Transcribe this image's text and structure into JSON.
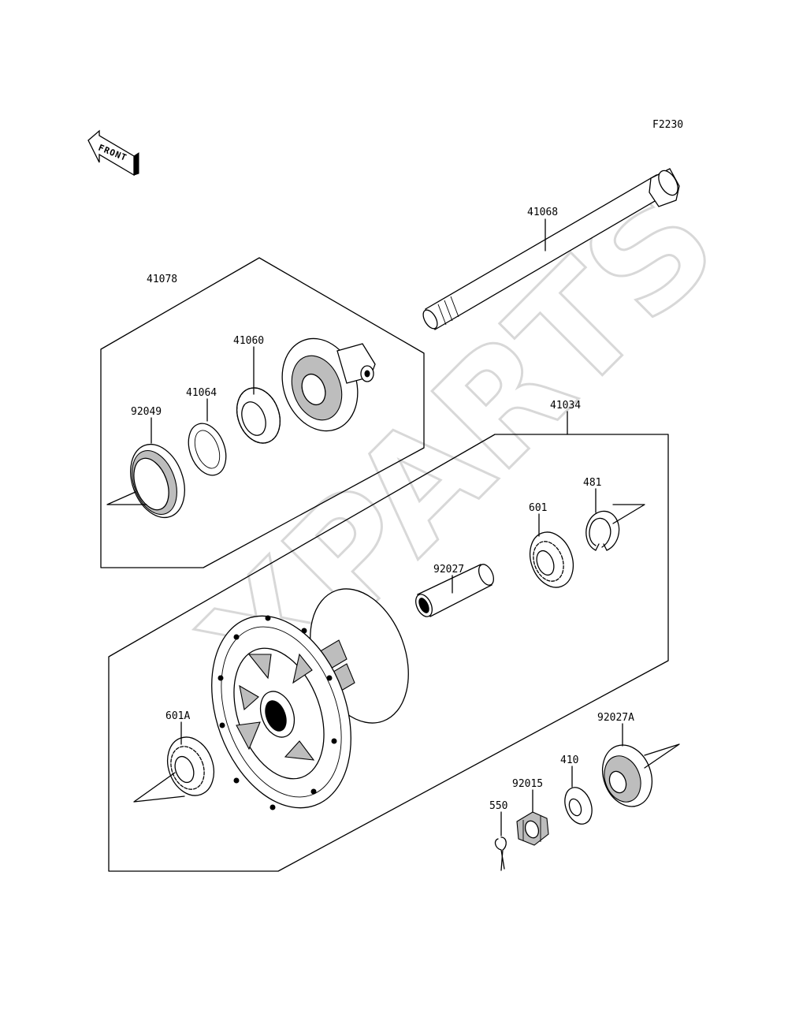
{
  "figure_code": "F2230",
  "watermark": "XPARTS",
  "front_indicator": "FRONT",
  "labels": {
    "p41068": "41068",
    "p41078": "41078",
    "p41060": "41060",
    "p41064": "41064",
    "p92049": "92049",
    "p41034": "41034",
    "p481": "481",
    "p601": "601",
    "p92027": "92027",
    "p601A": "601A",
    "p92027A": "92027A",
    "p410": "410",
    "p92015": "92015",
    "p550": "550"
  }
}
